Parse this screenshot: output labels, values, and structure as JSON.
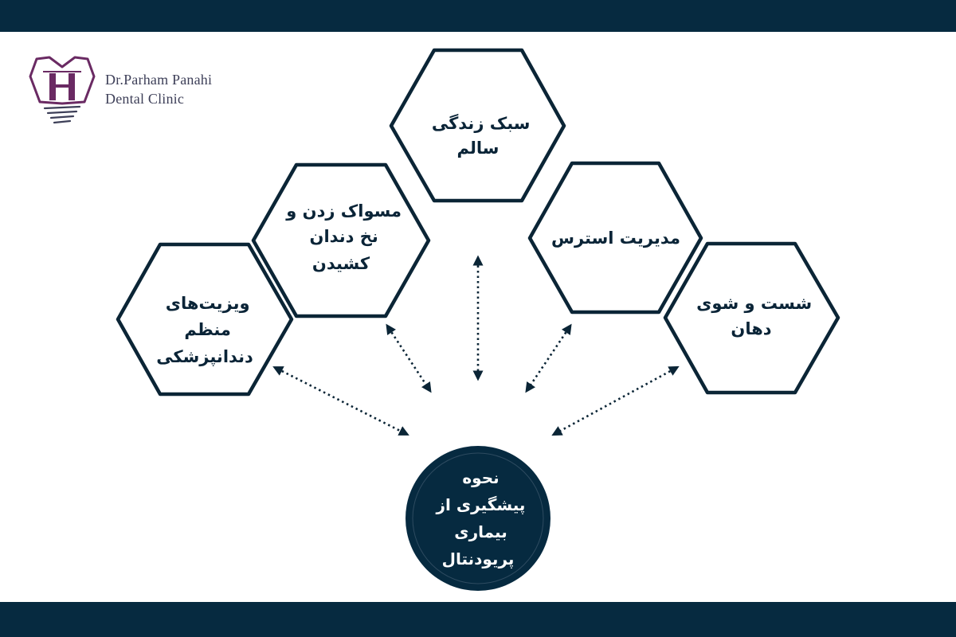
{
  "brand": {
    "name_line1": "Dr.Parham Panahi",
    "name_line2": "Dental Clinic",
    "logo_icon": "tooth-monogram-icon"
  },
  "colors": {
    "navy": "#062a40",
    "hex_stroke": "#0b2536",
    "logo_purple": "#6a2a63",
    "text_dark": "#0a2437"
  },
  "center": {
    "lines": [
      "نحوه",
      "پیشگیری از",
      "بیماری",
      "پریودنتال"
    ]
  },
  "nodes": [
    {
      "id": "healthy-lifestyle",
      "lines": [
        "سبک زندگی",
        "سالم"
      ]
    },
    {
      "id": "brushing-flossing",
      "lines": [
        "مسواک زدن و",
        "نخ دندان",
        "کشیدن"
      ]
    },
    {
      "id": "stress-management",
      "lines": [
        "مدیریت استرس"
      ]
    },
    {
      "id": "dental-visits",
      "lines": [
        "ویزیت‌های",
        "منظم",
        "دندانپزشکی"
      ]
    },
    {
      "id": "mouthwash",
      "lines": [
        "شست و شوی",
        "دهان"
      ]
    }
  ]
}
